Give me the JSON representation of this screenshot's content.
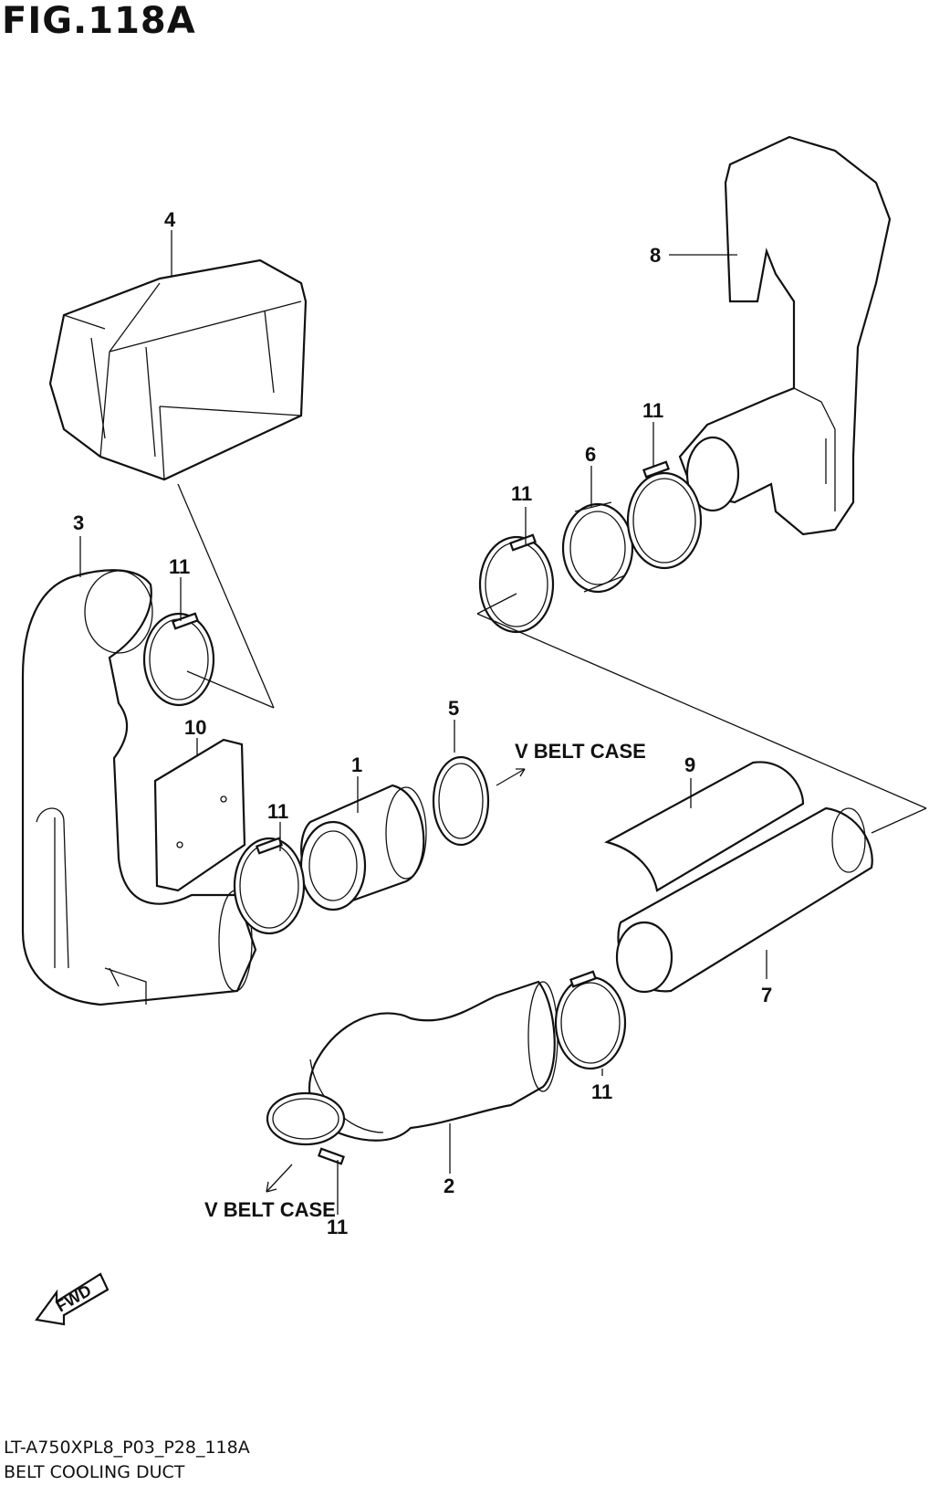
{
  "figure": {
    "title": "FIG.118A",
    "model_code": "LT-A750XPL8_P03_P28_118A",
    "name": "BELT COOLING DUCT"
  },
  "labels": {
    "v_belt_case_upper": "V BELT CASE",
    "v_belt_case_lower": "V BELT CASE",
    "fwd": "FWD"
  },
  "callouts": {
    "c1": "1",
    "c2": "2",
    "c3": "3",
    "c4": "4",
    "c5": "5",
    "c6": "6",
    "c7": "7",
    "c8": "8",
    "c9": "9",
    "c10": "10",
    "c11a": "11",
    "c11b": "11",
    "c11c": "11",
    "c11d": "11",
    "c11e": "11",
    "c11f": "11"
  }
}
